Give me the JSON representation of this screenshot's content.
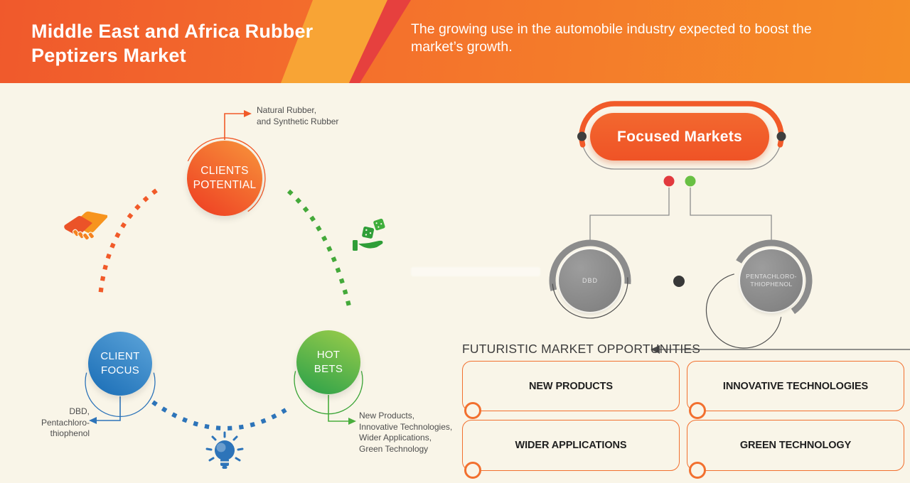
{
  "header": {
    "title": "Middle East and Africa Rubber\nPeptizers Market",
    "subtitle": "The growing use in the automobile industry expected to boost the\nmarket’s growth."
  },
  "cycle": {
    "nodes": [
      {
        "label": "CLIENTS\nPOTENTIAL",
        "annotation": "Natural Rubber,\nand Synthetic Rubber",
        "color": "#ee3f23"
      },
      {
        "label": "CLIENT\nFOCUS",
        "annotation": "DBD,\nPentachloro-\nthiophenol",
        "color": "#1c6fb7"
      },
      {
        "label": "HOT\nBETS",
        "annotation": "New Products,\nInnovative Technologies,\nWider Applications,\nGreen Technology",
        "color": "#2ea24a"
      }
    ],
    "icons": [
      "handshake-icon",
      "hand-dice-icon",
      "lightbulb-icon"
    ]
  },
  "focused": {
    "title": "Focused Markets",
    "items": [
      {
        "label": "DBD"
      },
      {
        "label": "PENTACHLORO-\nTHIOPHENOL"
      }
    ]
  },
  "opportunities": {
    "heading": "FUTURISTIC MARKET OPPORTUNITIES",
    "items": [
      "NEW PRODUCTS",
      "INNOVATIVE TECHNOLOGIES",
      "WIDER APPLICATIONS",
      "GREEN TECHNOLOGY"
    ]
  },
  "palette": {
    "background": "#f9f5e8",
    "header_gradient": [
      "#f0592c",
      "#f58e27"
    ],
    "header_band_yellow": "#f8a435",
    "header_band_red": "#e6403e",
    "accent_orange": "#f15a29",
    "accent_blue": "#2d74b9",
    "accent_green": "#3aa436",
    "gray_node": "#8c8c8c",
    "box_border": "#f2702f",
    "red_dot": "#e23a3e",
    "green_dot": "#69c043"
  }
}
